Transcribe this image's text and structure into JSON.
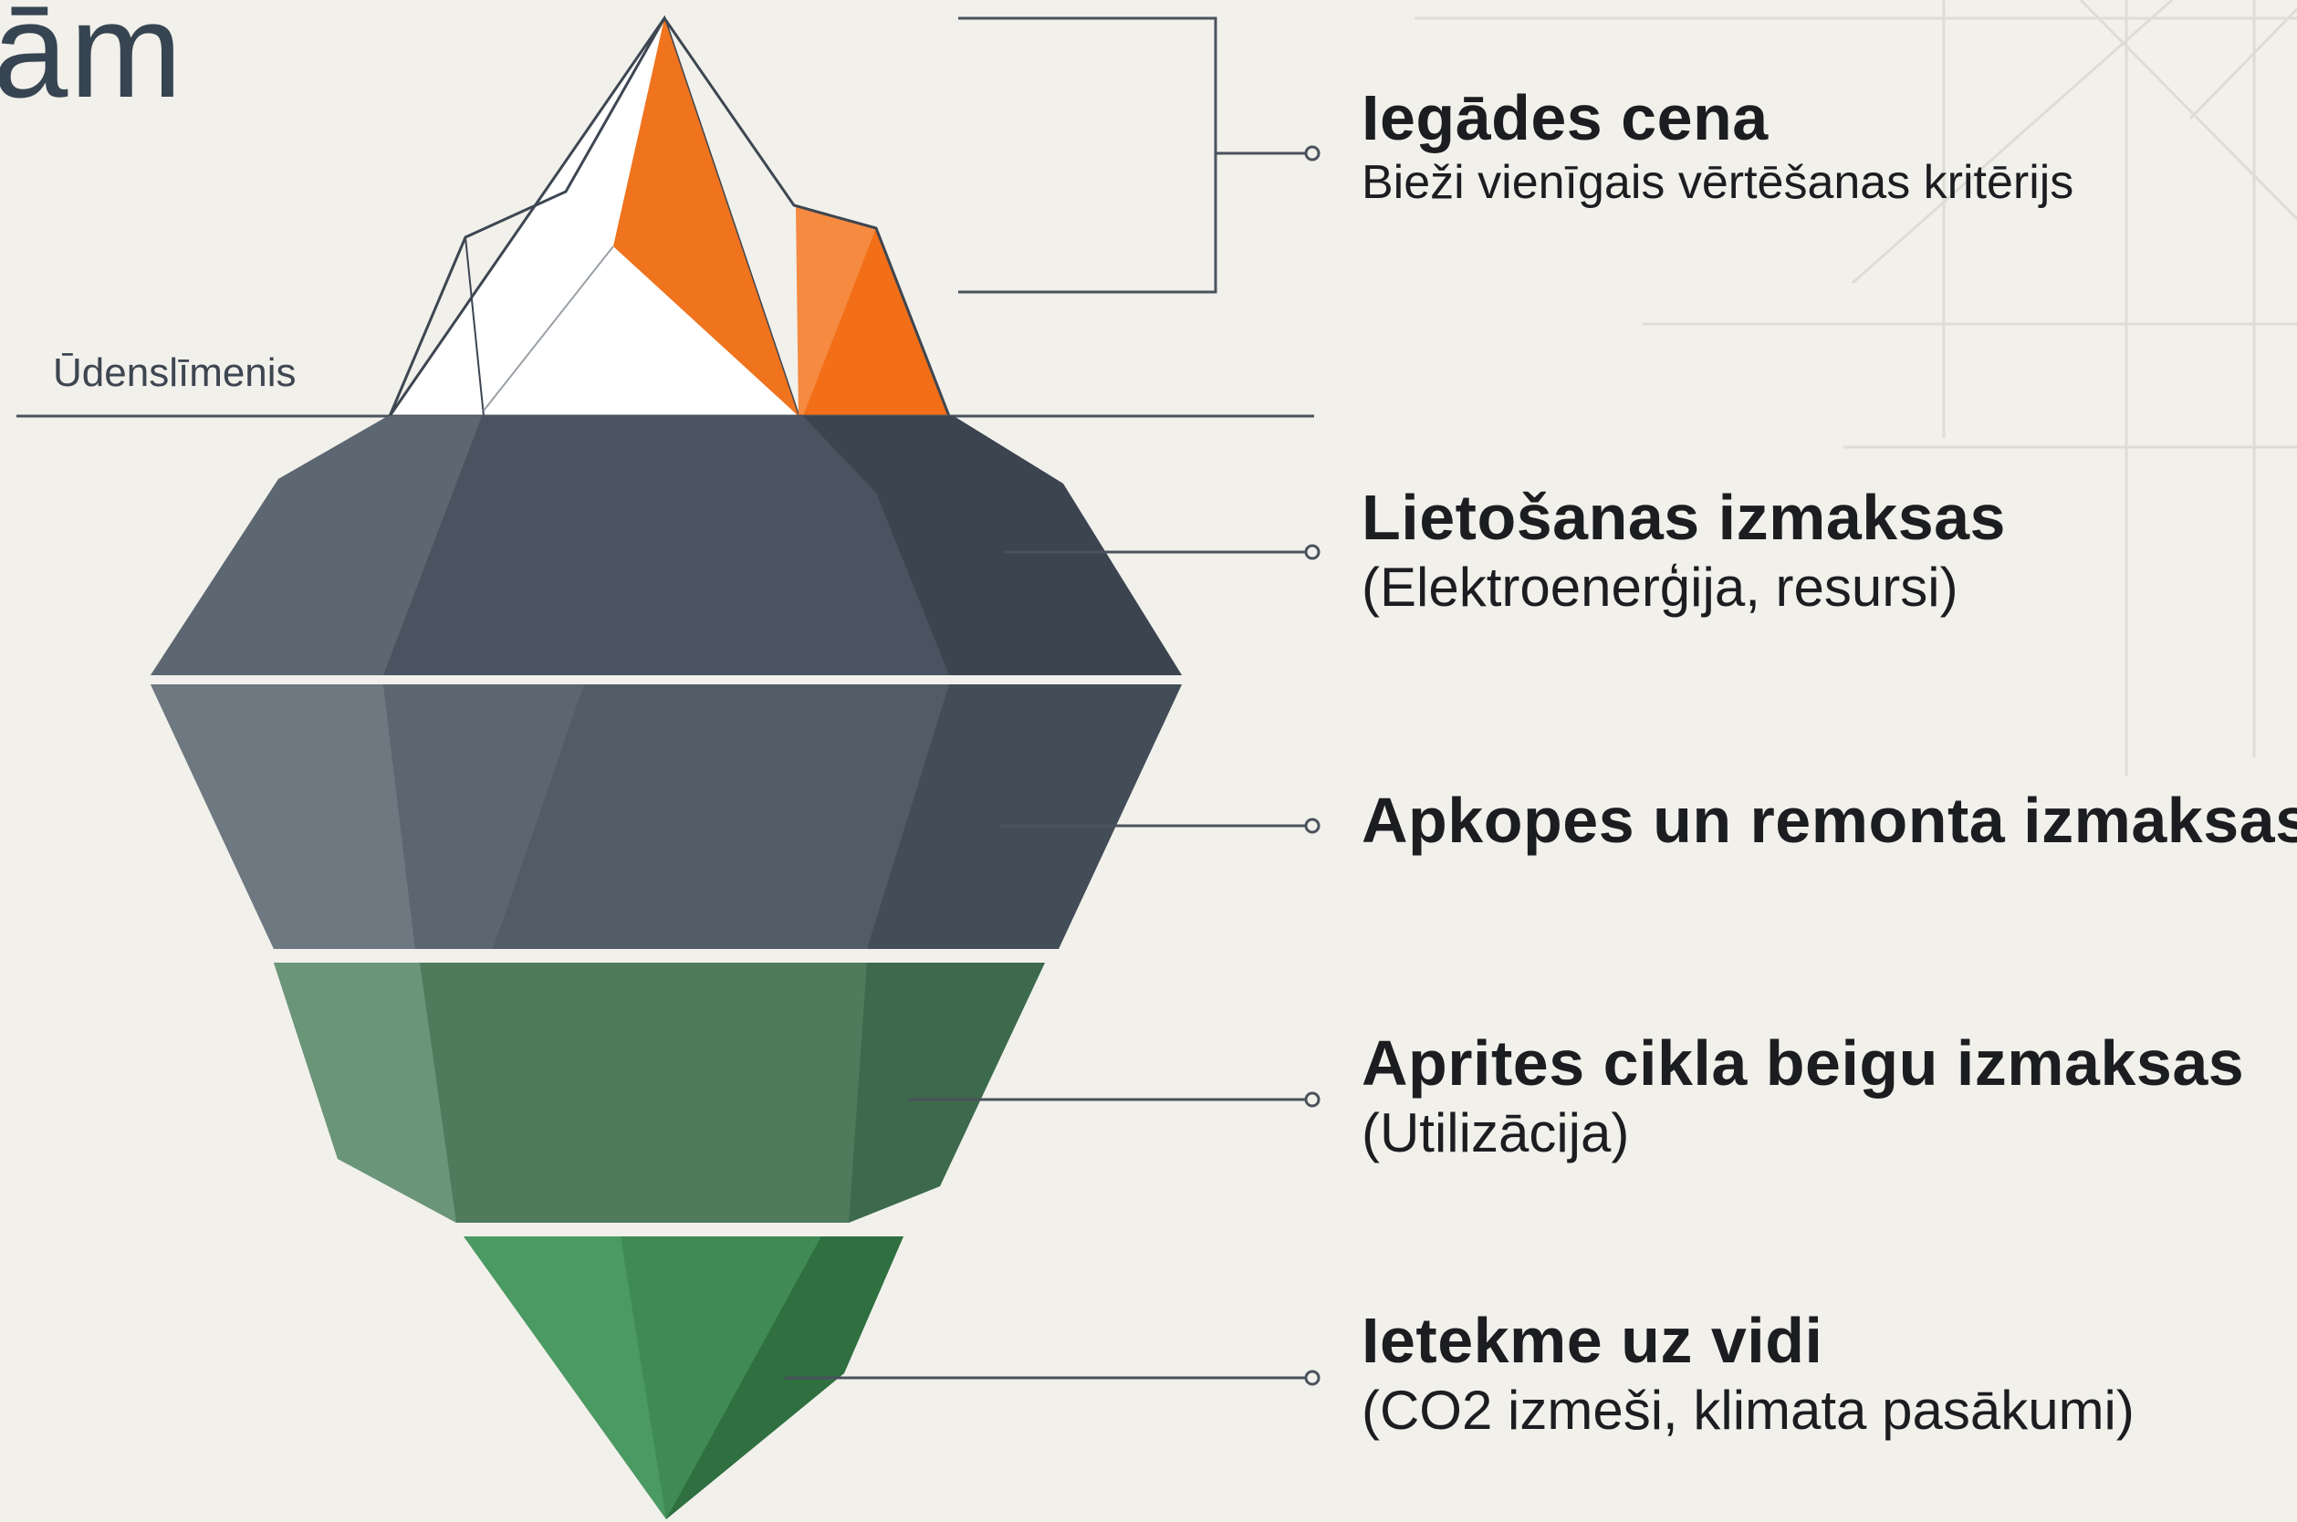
{
  "header": {
    "title_fragment": "ām"
  },
  "diagram": {
    "water_label": "Ūdenslīmenis",
    "layers": [
      {
        "title": "Iegādes cena",
        "subtitle": "Bieži vienīgais vērtēšanas kritērijs",
        "color": "#f0731e"
      },
      {
        "title": "Lietošanas izmaksas",
        "subtitle": "(Elektroenerģija, resursi)",
        "color": "#4a5461"
      },
      {
        "title": "Apkopes un remonta izmaksas",
        "subtitle": "",
        "color": "#56616b"
      },
      {
        "title": "Aprites cikla beigu izmaksas",
        "subtitle": "(Utilizācija)",
        "color": "#4f7a5c"
      },
      {
        "title": "Ietekme uz vidi",
        "subtitle": "(CO2 izmeši, klimata pasākumi)",
        "color": "#3f8a55"
      }
    ]
  }
}
